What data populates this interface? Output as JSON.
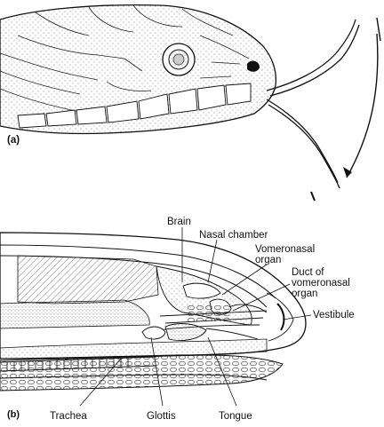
{
  "panels": {
    "a": {
      "label": "(a)"
    },
    "b": {
      "label": "(b)"
    }
  },
  "labels": {
    "brain": "Brain",
    "nasal_chamber": "Nasal chamber",
    "vomeronasal_organ": [
      "Vomeronasal",
      "organ"
    ],
    "duct": [
      "Duct of",
      "vomeronasal",
      "organ"
    ],
    "vestibule": "Vestibule",
    "trachea": "Trachea",
    "glottis": "Glottis",
    "tongue": "Tongue"
  },
  "colors": {
    "ink": "#111111",
    "paper": "#ffffff",
    "stipple": "#555555"
  }
}
